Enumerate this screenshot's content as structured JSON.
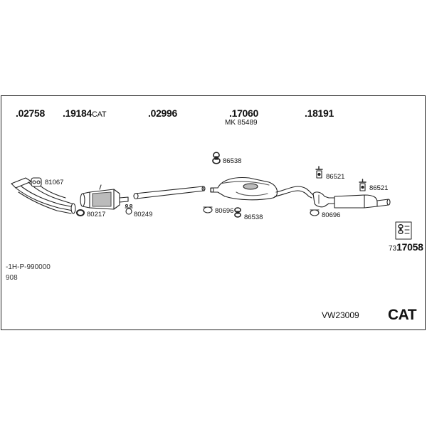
{
  "top_parts": [
    {
      "number": ".02758",
      "suffix": ""
    },
    {
      "number": ".19184",
      "suffix": "CAT"
    },
    {
      "number": ".02996",
      "suffix": ""
    },
    {
      "number": ".17060",
      "suffix": ""
    },
    {
      "number": ".18191",
      "suffix": ""
    }
  ],
  "kit_label": "MK 85489",
  "small_parts": [
    "81067",
    "80217",
    "80249",
    "86538",
    "80696",
    "86538",
    "86521",
    "86521",
    "80696"
  ],
  "pack_number_prefix": "73",
  "pack_number": "17058",
  "info_lines": [
    "-1H-P-990000",
    "908"
  ],
  "set_code": "VW23009",
  "cat_label": "CAT",
  "colors": {
    "line": "#222222",
    "fill": "#ffffff",
    "shade": "#9a9a9a"
  }
}
